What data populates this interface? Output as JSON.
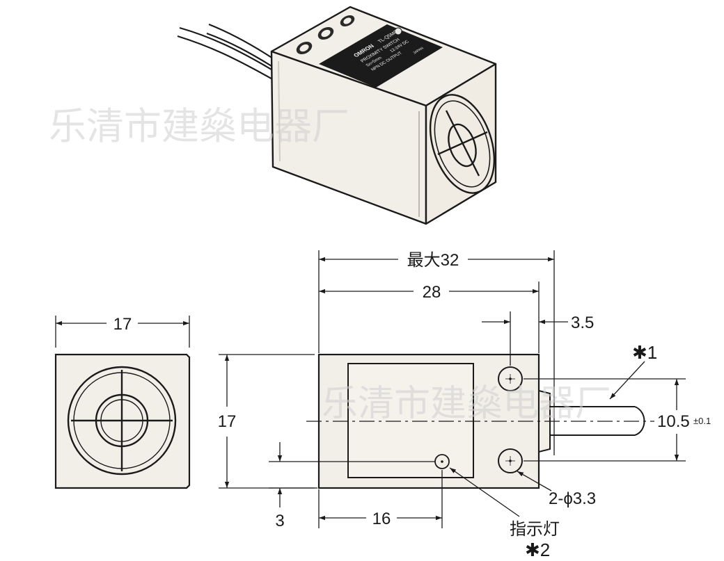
{
  "watermark": "乐清市建燊电器厂",
  "label_plate": {
    "brand": "OMRON",
    "model": "TL-Q5MC",
    "type": "PROXIMITY SWITCH",
    "sensing": "Sn=5mm",
    "supply": "12-24V DC",
    "output": "NPN DC OUTPUT",
    "origin": "JAPAN"
  },
  "dimensions": {
    "max_length": "最大32",
    "length": "28",
    "hole_offset": "3.5",
    "front_width": "17",
    "height": "17",
    "hole_pitch": "10.5",
    "hole_pitch_tol": "±0.1",
    "indicator_x": "16",
    "indicator_y": "3",
    "holes": "2-ϕ3.3"
  },
  "callouts": {
    "note1": "✱1",
    "indicator": "指示灯",
    "note2": "✱2"
  },
  "colors": {
    "line": "#1a1a1a",
    "body": "#f2efe9",
    "plate": "#1b1b1b",
    "watermark": "#c8c8c8"
  }
}
